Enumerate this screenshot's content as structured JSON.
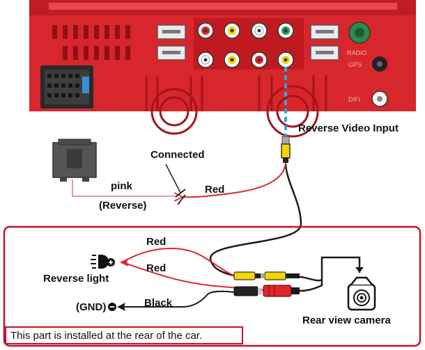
{
  "labels": {
    "reverse_video_input": "Reverse Video Input",
    "connected": "Connected",
    "pink": "pink",
    "reverse": "(Reverse)",
    "red_top": "Red",
    "red_rear_1": "Red",
    "red_rear_2": "Red",
    "black": "Black",
    "reverse_light": "Reverse light",
    "gnd": "(GND)",
    "rear_view_camera": "Rear view camera",
    "rear_note": "This part is installed at the rear of the car."
  },
  "panel": {
    "port_labels": [
      "RADIO",
      "GPS",
      "DIFI"
    ]
  },
  "colors": {
    "unit_red": "#e0252c",
    "unit_dark": "#b8141b",
    "wire_red": "#e0252c",
    "wire_black": "#1a1a1a",
    "wire_blue": "#2aa8e0",
    "rca_yellow": "#f2d700",
    "frame_red": "#c8102e"
  }
}
